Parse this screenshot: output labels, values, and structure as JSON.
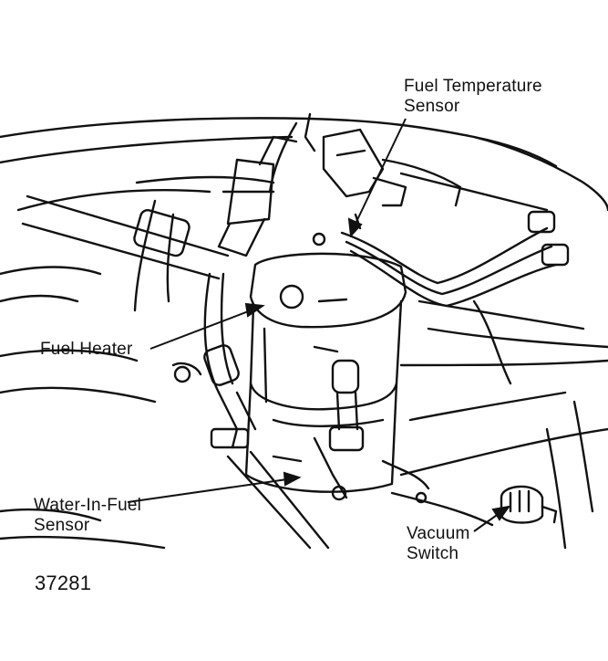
{
  "labels": {
    "fuel_temperature_sensor": [
      "Fuel Temperature",
      "Sensor"
    ],
    "fuel_heater": "Fuel Heater",
    "water_in_fuel_sensor": [
      "Water-In-Fuel",
      "Sensor"
    ],
    "vacuum_switch": [
      "Vacuum",
      "Switch"
    ]
  },
  "figure_number": "37281",
  "colors": {
    "ink": "#111111",
    "paper": "#ffffff"
  }
}
